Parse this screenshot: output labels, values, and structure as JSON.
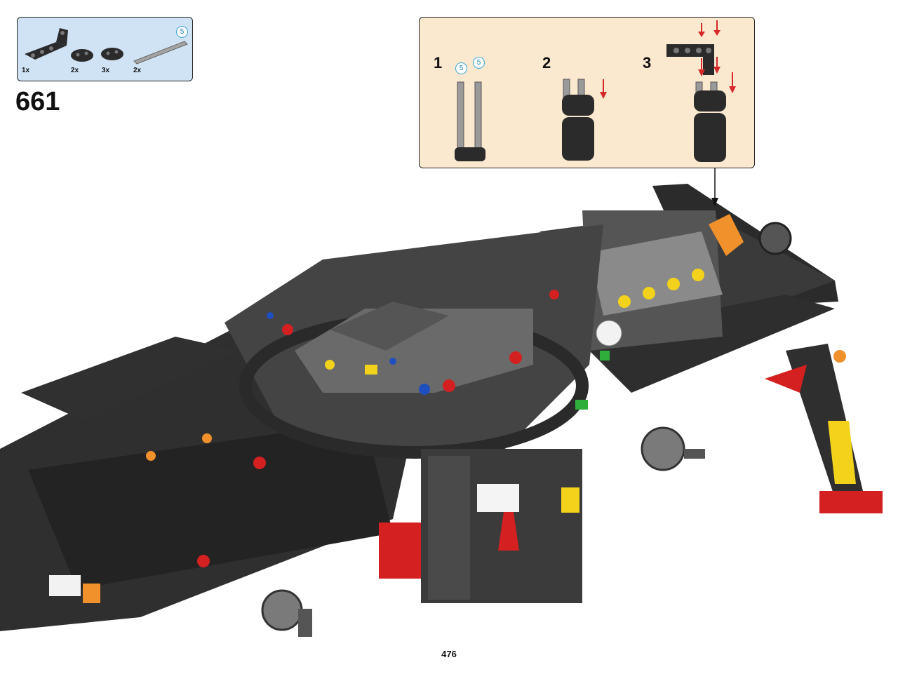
{
  "parts": {
    "items": [
      {
        "qty": "1x",
        "icon": "l-beam-icon"
      },
      {
        "qty": "2x",
        "icon": "beam-2-icon"
      },
      {
        "qty": "3x",
        "icon": "beam-2-icon"
      },
      {
        "qty": "2x",
        "icon": "axle-5-icon"
      }
    ],
    "axle_length": "5"
  },
  "step": {
    "number": "661"
  },
  "sub_assembly": {
    "steps": [
      {
        "number": "1",
        "lengths": [
          "5",
          "5"
        ]
      },
      {
        "number": "2"
      },
      {
        "number": "3"
      }
    ]
  },
  "colors": {
    "parts_bg": "#cfe3f5",
    "sub_bg": "#fbe9cf",
    "arrow": "#d62828",
    "ring": "#3ba6d8"
  },
  "page": {
    "number": "476"
  }
}
